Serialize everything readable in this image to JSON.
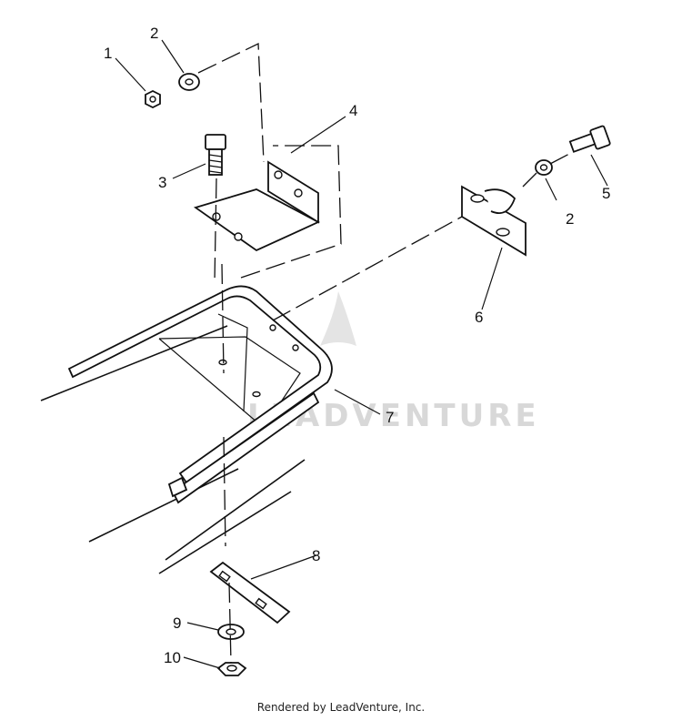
{
  "watermark": "LEADVENTURE",
  "callouts": [
    {
      "id": "c1",
      "label": "1"
    },
    {
      "id": "c2a",
      "label": "2"
    },
    {
      "id": "c3",
      "label": "3"
    },
    {
      "id": "c4",
      "label": "4"
    },
    {
      "id": "c2b",
      "label": "2"
    },
    {
      "id": "c5",
      "label": "5"
    },
    {
      "id": "c6",
      "label": "6"
    },
    {
      "id": "c7",
      "label": "7"
    },
    {
      "id": "c8",
      "label": "8"
    },
    {
      "id": "c9",
      "label": "9"
    },
    {
      "id": "c10",
      "label": "10"
    }
  ],
  "footer": {
    "credit": "Rendered by LeadVenture, Inc."
  }
}
